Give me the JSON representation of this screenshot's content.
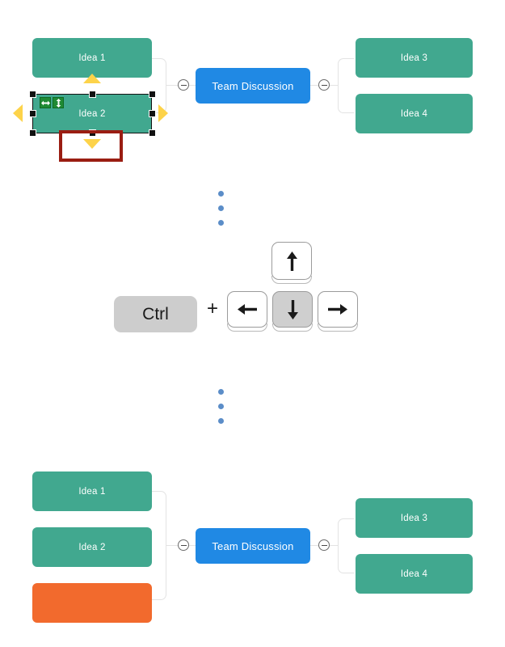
{
  "diagram_top": {
    "name": "mindmap-before",
    "colors": {
      "green": "#41a88f",
      "blue": "#2089e4",
      "connector": "#e3e3e3"
    },
    "center_node": {
      "label": "Team Discussion"
    },
    "left_nodes": [
      {
        "label": "Idea 1",
        "color": "green",
        "selected": false
      },
      {
        "label": "Idea 2",
        "color": "green",
        "selected": true
      }
    ],
    "right_nodes": [
      {
        "label": "Idea 3",
        "color": "green"
      },
      {
        "label": "Idea 4",
        "color": "green"
      }
    ],
    "selection": {
      "badges": [
        {
          "icon": "horizontal-resize-icon",
          "glyph": "↔"
        },
        {
          "icon": "vertical-resize-icon",
          "glyph": "↕"
        }
      ],
      "markers": [
        {
          "icon": "move-up-triangle-icon",
          "direction": "up"
        },
        {
          "icon": "move-down-triangle-icon",
          "direction": "down"
        },
        {
          "icon": "move-left-triangle-icon",
          "direction": "left"
        },
        {
          "icon": "move-right-triangle-icon",
          "direction": "right"
        }
      ],
      "callout": {
        "name": "highlight-rectangle",
        "color": "#9a1d12"
      }
    },
    "collapse_icons": [
      {
        "name": "collapse-left-branch-icon",
        "state": "expanded"
      },
      {
        "name": "collapse-right-branch-icon",
        "state": "expanded"
      }
    ]
  },
  "ellipsis_top": {
    "name": "ellipsis-separator-top",
    "dots": 3,
    "color": "#5b8dc8"
  },
  "ellipsis_bottom": {
    "name": "ellipsis-separator-bottom",
    "dots": 3,
    "color": "#5b8dc8"
  },
  "keyboard": {
    "name": "keyboard-shortcut",
    "modifier": {
      "label": "Ctrl",
      "pressed": true
    },
    "separator": "+",
    "keys": [
      {
        "name": "arrow-up-key",
        "glyph": "↑",
        "pressed": false
      },
      {
        "name": "arrow-left-key",
        "glyph": "←",
        "pressed": false
      },
      {
        "name": "arrow-down-key",
        "glyph": "↓",
        "pressed": true
      },
      {
        "name": "arrow-right-key",
        "glyph": "→",
        "pressed": false
      }
    ]
  },
  "diagram_bottom": {
    "name": "mindmap-after",
    "colors": {
      "green": "#41a88f",
      "blue": "#2089e4",
      "orange": "#f26a2d"
    },
    "center_node": {
      "label": "Team Discussion"
    },
    "left_nodes": [
      {
        "label": "Idea 1",
        "color": "green"
      },
      {
        "label": "Idea 2",
        "color": "green"
      },
      {
        "label": "",
        "color": "orange"
      }
    ],
    "right_nodes": [
      {
        "label": "Idea 3",
        "color": "green"
      },
      {
        "label": "Idea 4",
        "color": "green"
      }
    ],
    "collapse_icons": [
      {
        "name": "collapse-left-branch-icon",
        "state": "expanded"
      },
      {
        "name": "collapse-right-branch-icon",
        "state": "expanded"
      }
    ]
  }
}
